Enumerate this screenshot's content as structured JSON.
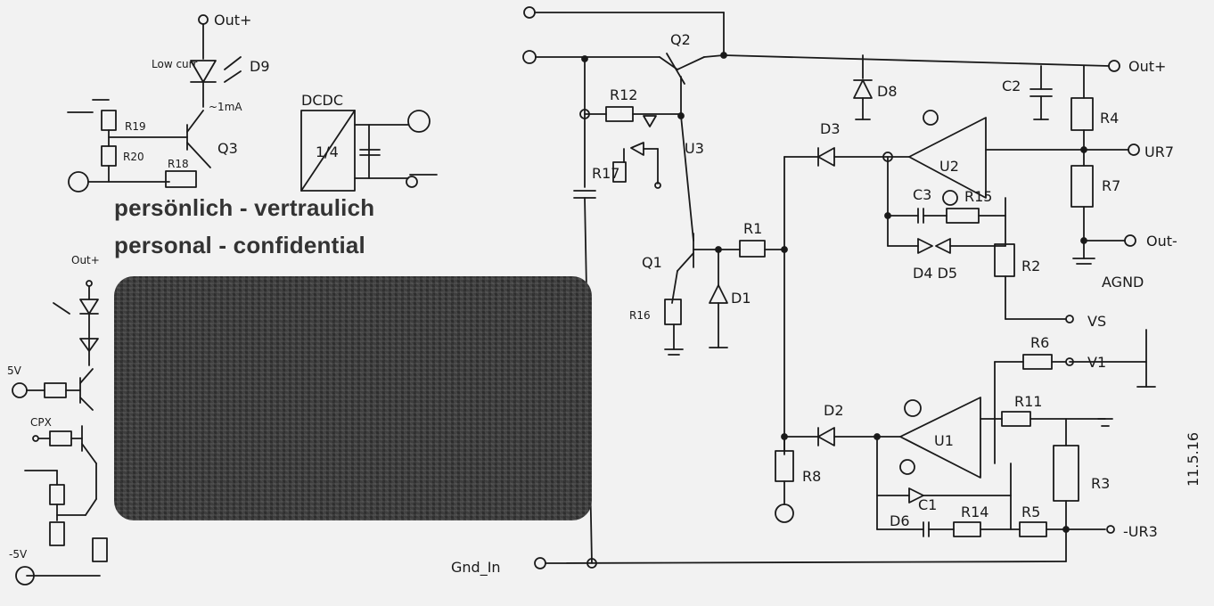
{
  "stamp": {
    "line_de": "persönlich - vertraulich",
    "line_en": "personal - confidential"
  },
  "labels": {
    "q2": "Q2",
    "q1": "Q1",
    "q3": "Q3",
    "u3": "U3",
    "r12": "R12",
    "r1": "R1",
    "r17": "R17",
    "r16": "R16",
    "d1": "D1",
    "d2": "D2",
    "d3": "D3",
    "d8": "D8",
    "d9": "D9",
    "c2": "C2",
    "c3": "C3",
    "c1": "C1",
    "r4": "R4",
    "r7": "R7",
    "r15": "R15",
    "r2": "R2",
    "r6": "R6",
    "r11": "R11",
    "r3": "R3",
    "r5": "R5",
    "r14": "R14",
    "r8": "R8",
    "r19": "R19",
    "r20": "R20",
    "r18": "R18",
    "u2": "U2",
    "u1": "U1",
    "d4d5": "D4 D5",
    "d6": "D6",
    "out_plus": "Out+",
    "out_minus": "Out-",
    "agnd": "AGND",
    "ur7": "UR7",
    "ur3": "-UR3",
    "vs": "VS",
    "v1": "V1",
    "gnd_in": "Gnd_In",
    "dcdc": "DCDC",
    "ratio": "1/4",
    "low_curr": "Low curr",
    "one_ma": "~1mA",
    "five_v": "5V",
    "minus_five_v": "-5V",
    "cpx": "CPX",
    "out_plus_small": "Out+",
    "date": "11.5.16"
  }
}
